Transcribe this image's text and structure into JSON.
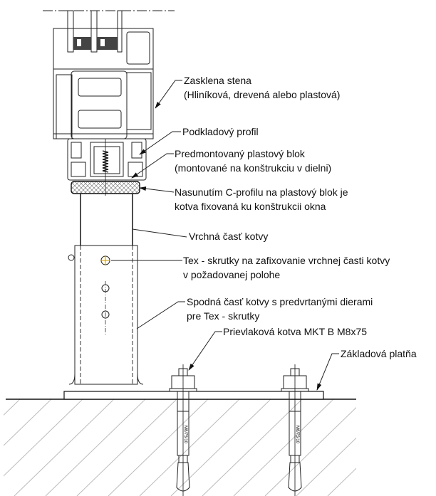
{
  "labels": {
    "glazed_wall": {
      "line1": "Zasklena stena",
      "line2": "(Hliníková, drevená alebo plastová)"
    },
    "base_profile": {
      "line1": "Podkladový profil"
    },
    "plastic_block": {
      "line1": "Predmontovaný plastový blok",
      "line2": "(montované na konštrukciu v dielni)"
    },
    "c_profile": {
      "line1": "Nasunutím C-profilu na plastový blok je",
      "line2": "kotva fixovaná ku konštrukcii okna"
    },
    "upper_part": {
      "line1": "Vrchná časť kotvy"
    },
    "tex_screws": {
      "line1": "Tex - skrutky na zafixovanie vrchnej časti kotvy",
      "line2": "v požadovanej polohe"
    },
    "lower_part": {
      "line1": "Spodná časť kotvy s predvrtanými dierami",
      "line2": "pre Tex - skrutky"
    },
    "anchor_bolt": {
      "line1": "Prievlaková kotva MKT B M8x75"
    },
    "base_plate": {
      "line1": "Základová platňa"
    }
  },
  "bolt_marking": "M8/75/10",
  "colors": {
    "line": "#222222",
    "hatch": "#bbbbbb",
    "background": "#ffffff"
  }
}
